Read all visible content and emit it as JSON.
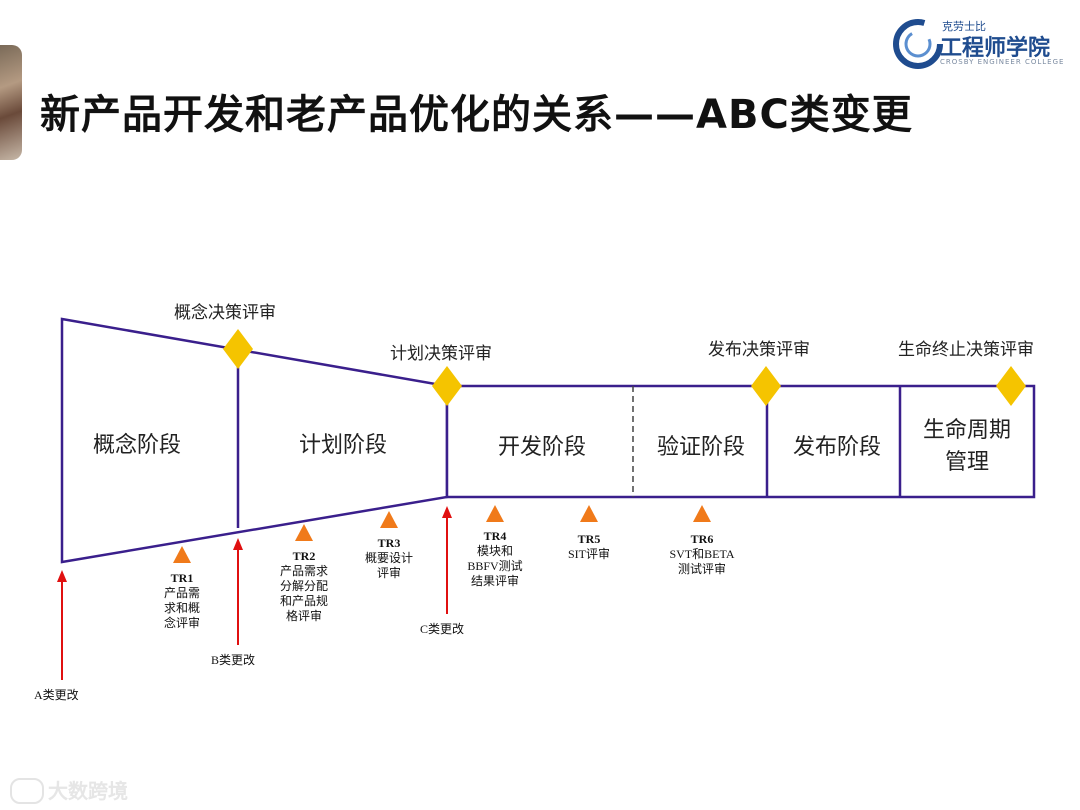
{
  "title": "新产品开发和老产品优化的关系——ABC类变更",
  "logo": {
    "small": "克劳士比",
    "main": "工程师学院",
    "sub": "CROSBY ENGINEER COLLEGE"
  },
  "watermark": "大数跨境",
  "stages": {
    "concept": "概念阶段",
    "plan": "计划阶段",
    "develop": "开发阶段",
    "verify": "验证阶段",
    "release": "发布阶段",
    "lifecycle_1": "生命周期",
    "lifecycle_2": "管理"
  },
  "reviews": {
    "concept": "概念决策评审",
    "plan": "计划决策评审",
    "release": "发布决策评审",
    "end": "生命终止决策评审"
  },
  "tr": [
    {
      "id": "TR1",
      "lines": [
        "产品需",
        "求和概",
        "念评审"
      ]
    },
    {
      "id": "TR2",
      "lines": [
        "产品需求",
        "分解分配",
        "和产品规",
        "格评审"
      ]
    },
    {
      "id": "TR3",
      "lines": [
        "概要设计",
        "评审"
      ]
    },
    {
      "id": "TR4",
      "lines": [
        "模块和",
        "BBFV测试",
        "结果评审"
      ]
    },
    {
      "id": "TR5",
      "lines": [
        "SIT评审"
      ]
    },
    {
      "id": "TR6",
      "lines": [
        "SVT和BETA",
        "测试评审"
      ]
    }
  ],
  "changes": {
    "a": "A类更改",
    "b": "B类更改",
    "c": "C类更改"
  },
  "colors": {
    "outline": "#3a1f8c",
    "diamond": "#f5c400",
    "triangle": "#f07a1a",
    "arrow": "#e01010"
  }
}
